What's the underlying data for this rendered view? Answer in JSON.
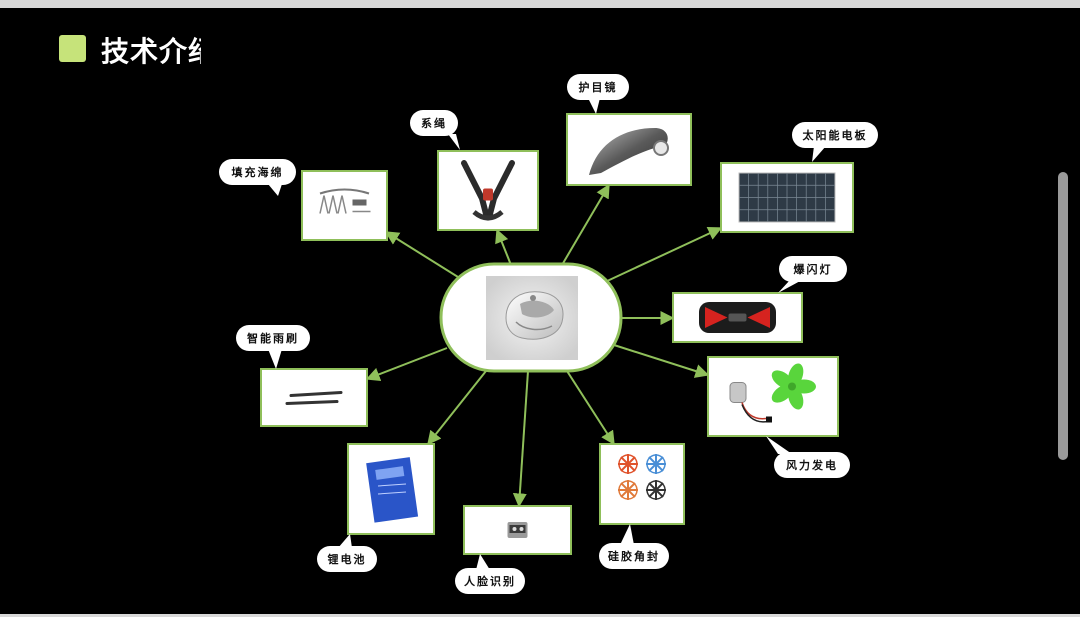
{
  "slide": {
    "title": "技术介绍"
  },
  "colors": {
    "accent": "#c6e37a",
    "connector": "#8fbf5a",
    "background": "#000000",
    "card": "#ffffff"
  },
  "diagram": {
    "center_label": "",
    "nodes": [
      {
        "id": "light-strip",
        "label": "填充海绵",
        "icon": "headband-icon"
      },
      {
        "id": "belt",
        "label": "系绳",
        "icon": "strap-icon"
      },
      {
        "id": "goggles",
        "label": "护目镜",
        "icon": "visor-icon"
      },
      {
        "id": "solar",
        "label": "太阳能电板",
        "icon": "solar-panel-icon"
      },
      {
        "id": "flash",
        "label": "爆闪灯",
        "icon": "flash-light-icon"
      },
      {
        "id": "wind",
        "label": "风力发电",
        "icon": "wind-turbine-icon"
      },
      {
        "id": "silicone",
        "label": "硅胶角封",
        "icon": "silicone-seal-icon"
      },
      {
        "id": "face",
        "label": "人脸识别",
        "icon": "face-camera-icon"
      },
      {
        "id": "battery",
        "label": "锂电池",
        "icon": "battery-icon"
      },
      {
        "id": "wiper",
        "label": "智能雨刷",
        "icon": "wiper-icon"
      }
    ]
  }
}
